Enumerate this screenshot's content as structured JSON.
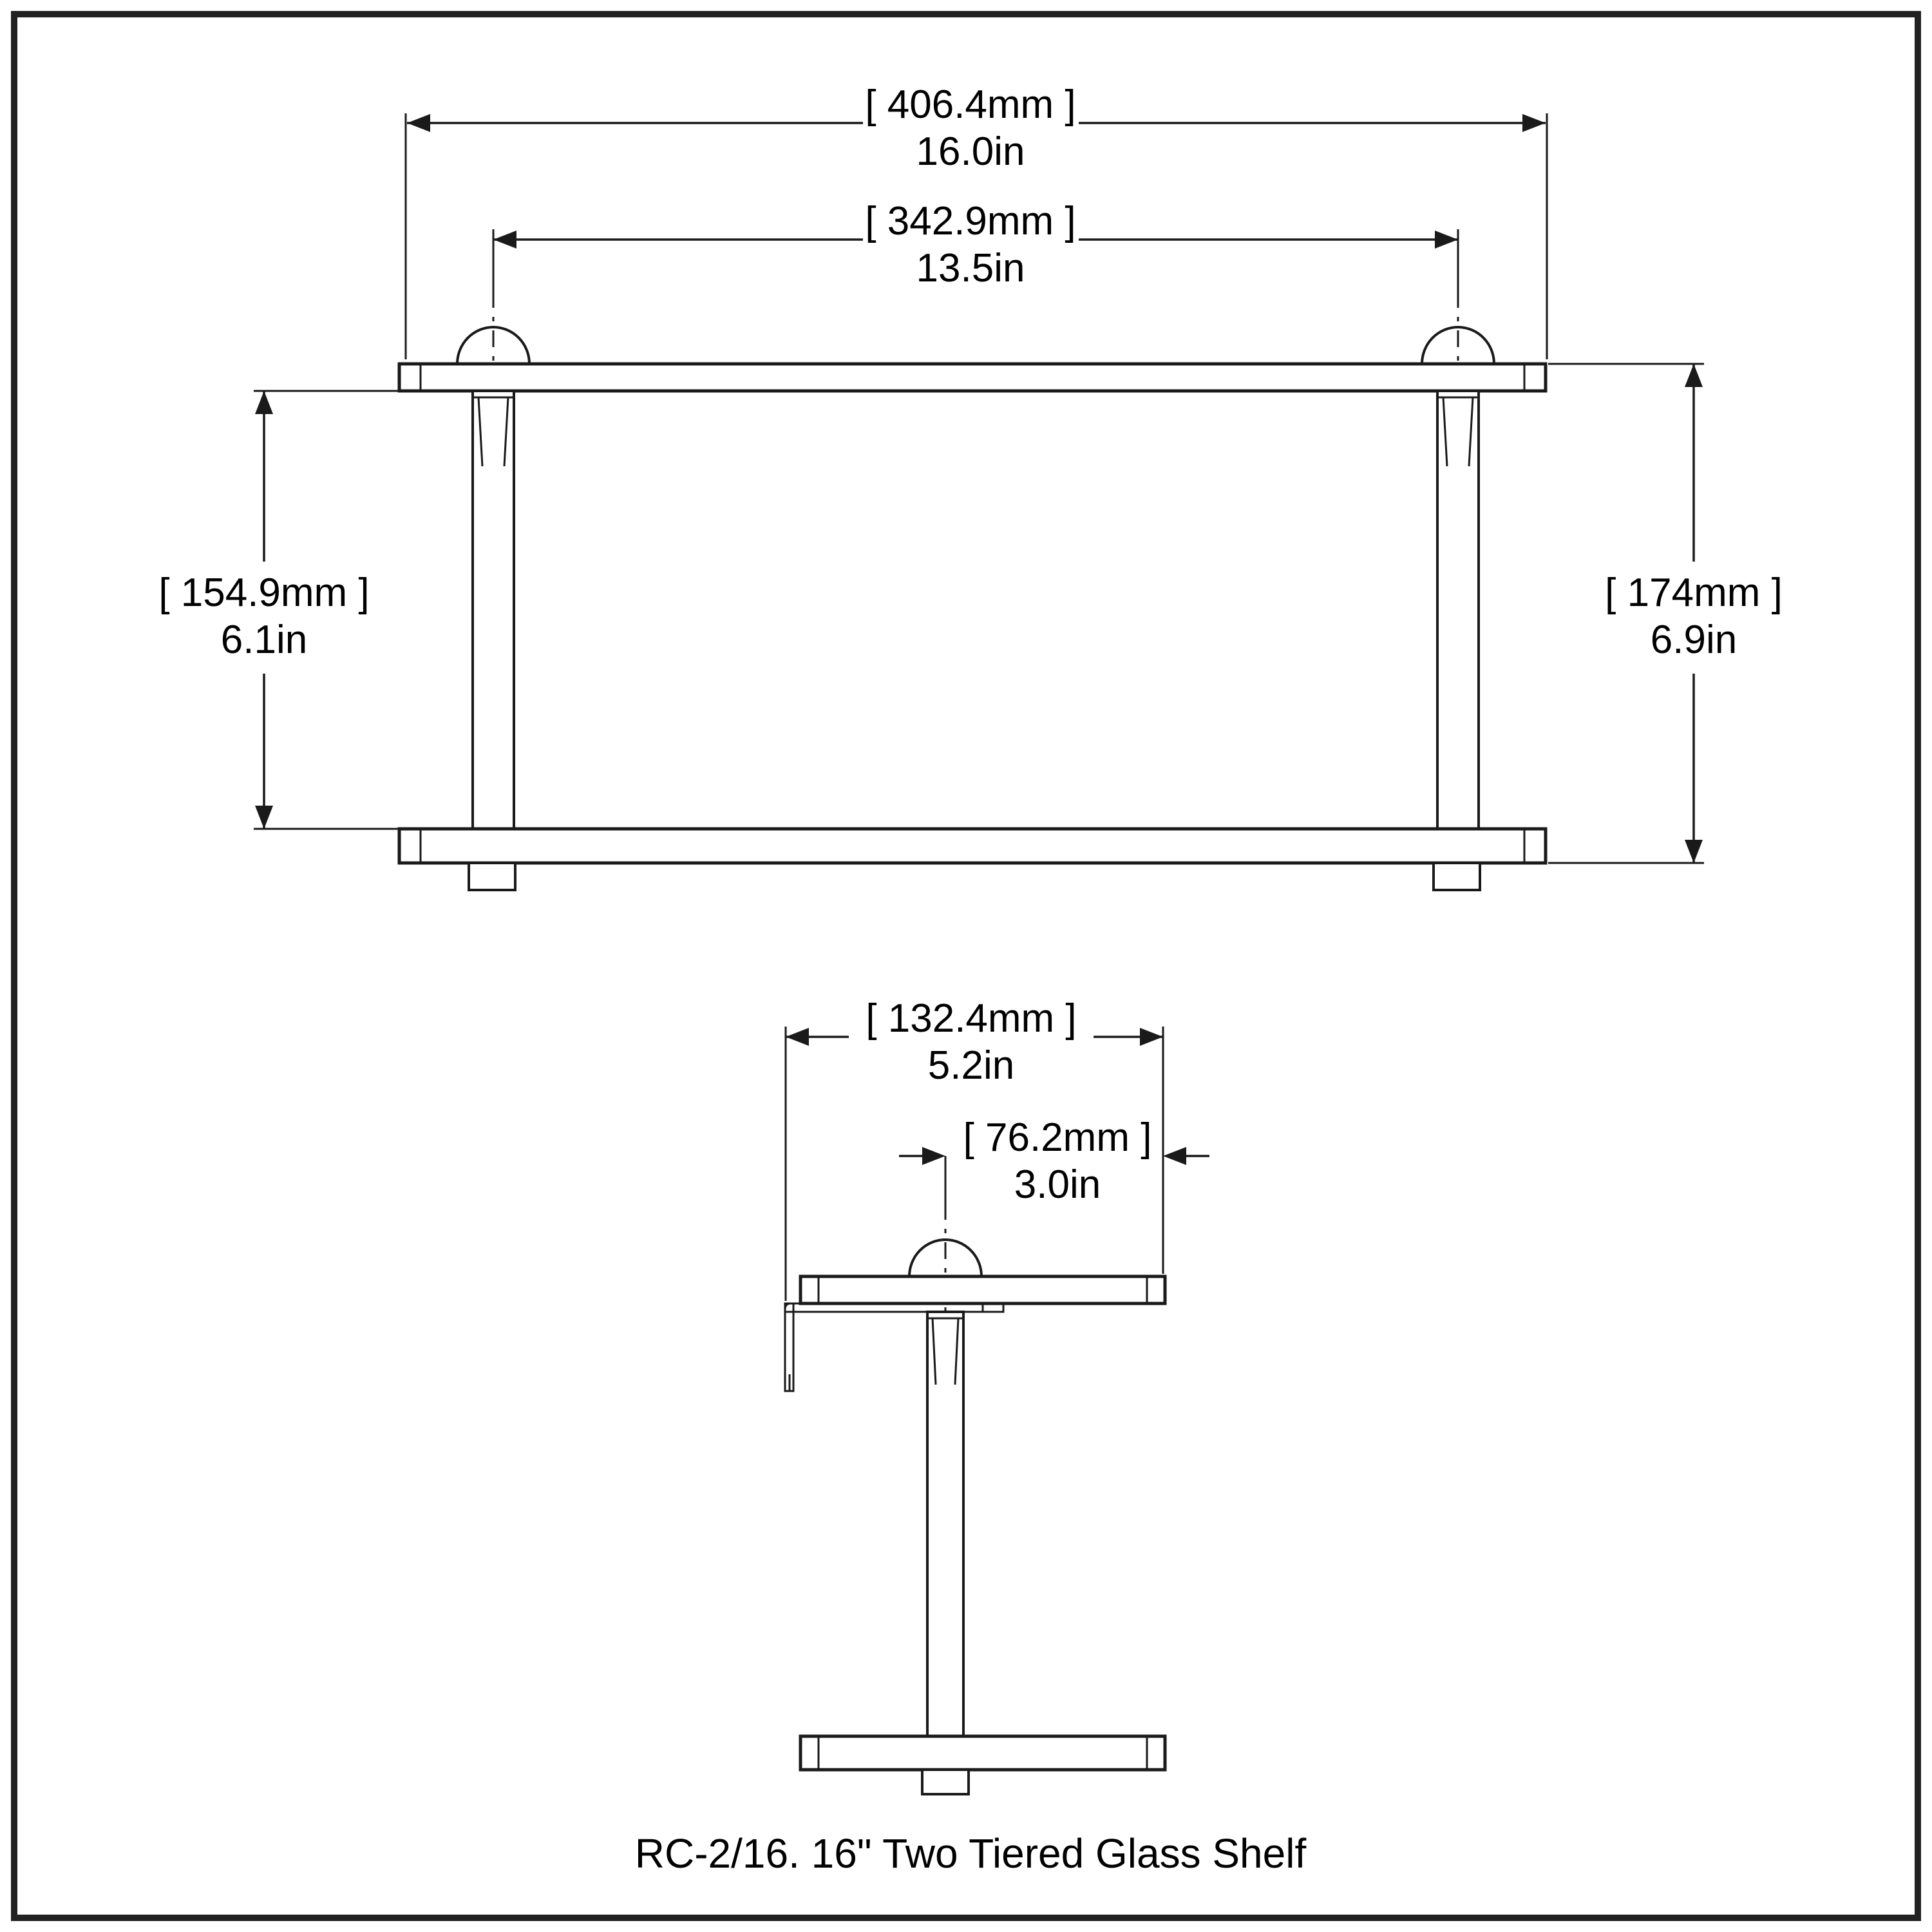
{
  "caption": "RC-2/16. 16\" Two Tiered Glass Shelf",
  "colors": {
    "line": "#1a1a1a",
    "background": "#ffffff"
  },
  "front_view": {
    "overall_width": {
      "mm": "[ 406.4mm ]",
      "inches": "16.0in"
    },
    "post_spacing": {
      "mm": "[ 342.9mm ]",
      "inches": "13.5in"
    },
    "shelf_clearance": {
      "mm": "[ 154.9mm ]",
      "inches": "6.1in"
    },
    "overall_height": {
      "mm": "[ 174mm ]",
      "inches": "6.9in"
    }
  },
  "side_view": {
    "overall_depth": {
      "mm": "[ 132.4mm ]",
      "inches": "5.2in"
    },
    "post_setback": {
      "mm": "[ 76.2mm ]",
      "inches": "3.0in"
    }
  }
}
